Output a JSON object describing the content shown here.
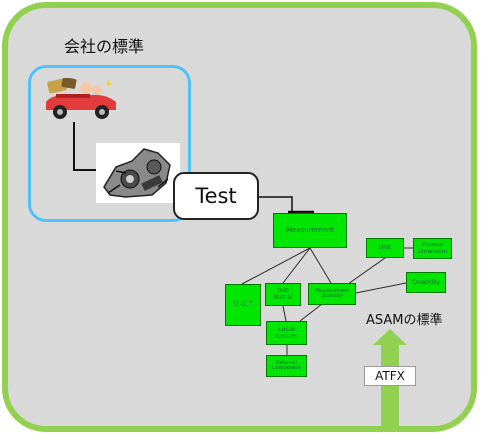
{
  "company": {
    "label": "会社の標準"
  },
  "test": {
    "label": "Test"
  },
  "asam": {
    "label": "ASAMの標準"
  },
  "atfx": {
    "label": "ATFX"
  },
  "nodes": {
    "measurement": "Measurement",
    "uut": "U.U.T",
    "submatrix": "Sub\nMatrix",
    "mq": "Measurement\nQuantity",
    "unit": "Unit",
    "physdim": "Physical\nDimension",
    "quantity": "Quantity",
    "localcolumn": "Local\nColum",
    "external": "External\nComponent"
  },
  "colors": {
    "frame_border": "#92d050",
    "frame_fill": "#d9d9d9",
    "company_border": "#4fc3f7",
    "node_fill": "#00e600",
    "arrow": "#92d050"
  }
}
